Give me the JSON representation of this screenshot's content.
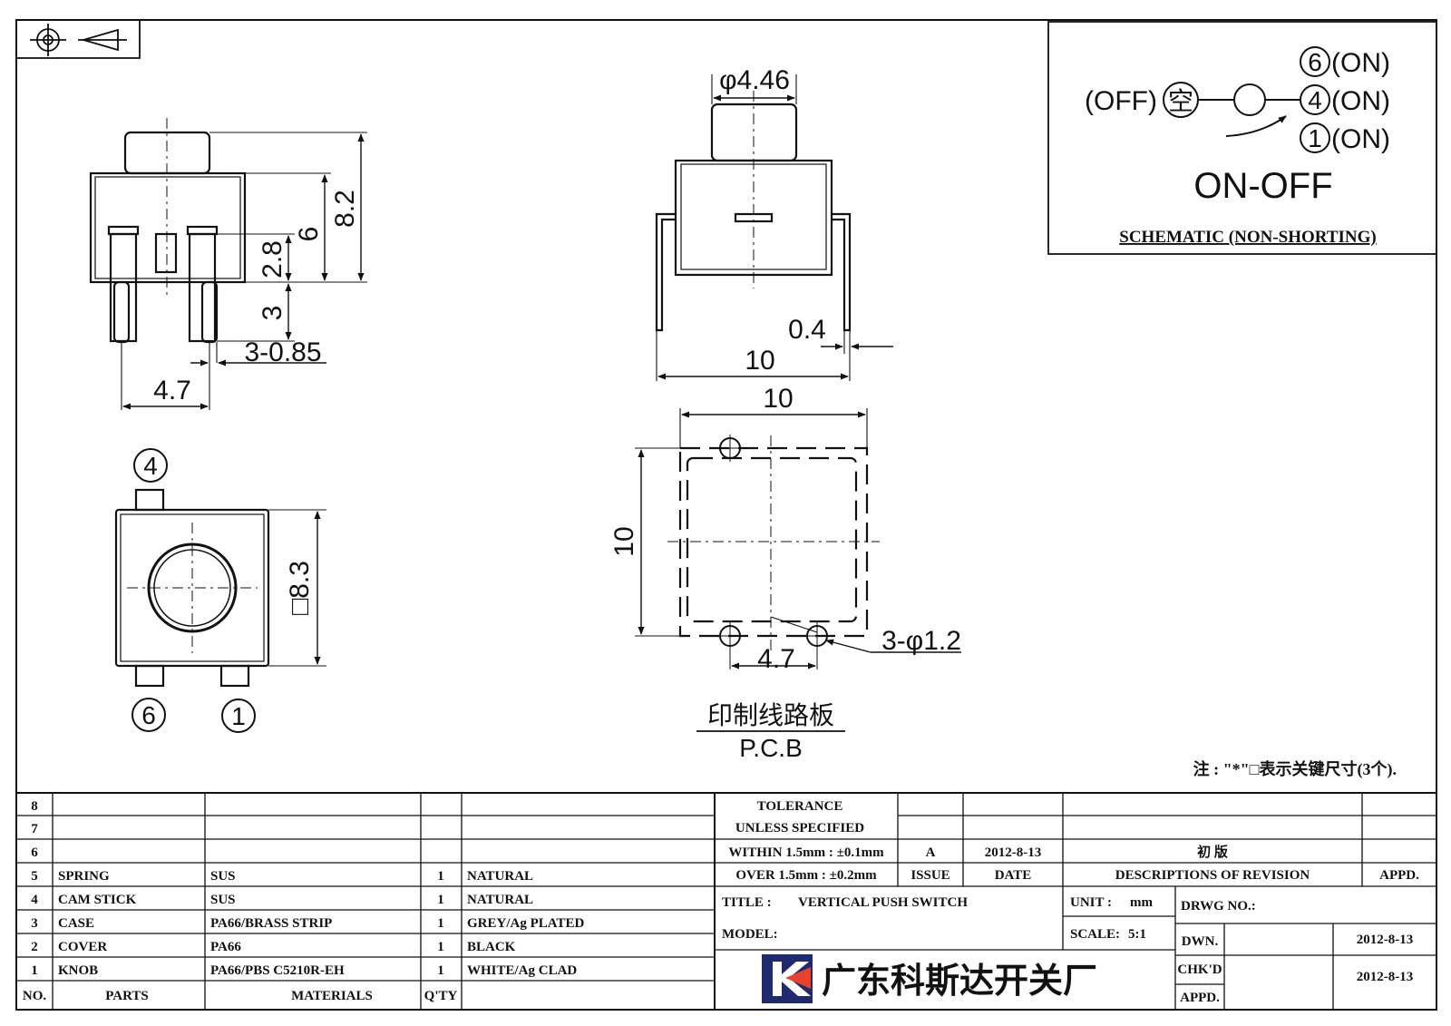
{
  "dims": {
    "knob_dia": "φ4.46",
    "height_total": "8.2",
    "height_body": "6",
    "height_mid": "2.8",
    "height_pin": "3",
    "pin_width": "3-0.85",
    "pin_pitch": "4.7",
    "front_width": "10",
    "pin_thickness": "0.4",
    "pcb_width": "10",
    "pcb_height": "10",
    "pcb_pitch": "4.7",
    "pcb_holes": "3-φ1.2",
    "body_square": "□8.3"
  },
  "pins": {
    "top": "4",
    "bottom_left": "6",
    "bottom_right": "1"
  },
  "pcb": {
    "cn_label": "印制线路板",
    "en_label": "P.C.B"
  },
  "schematic": {
    "off_label": "(OFF)",
    "off_symbol": "空",
    "pin6": "6",
    "pin6_state": "(ON)",
    "pin4": "4",
    "pin4_state": "(ON)",
    "pin1": "1",
    "pin1_state": "(ON)",
    "mode": "ON-OFF",
    "caption": "SCHEMATIC (NON-SHORTING)"
  },
  "note": "注 : \"*\"□表示关键尺寸(3个).",
  "parts_table": {
    "header": {
      "no": "NO.",
      "parts": "PARTS",
      "materials": "MATERIALS",
      "qty": "Q'TY"
    },
    "rows": [
      {
        "no": "8",
        "part": "",
        "material": "",
        "qty": "",
        "finish": ""
      },
      {
        "no": "7",
        "part": "",
        "material": "",
        "qty": "",
        "finish": ""
      },
      {
        "no": "6",
        "part": "",
        "material": "",
        "qty": "",
        "finish": ""
      },
      {
        "no": "5",
        "part": "SPRING",
        "material": "SUS",
        "qty": "1",
        "finish": "NATURAL"
      },
      {
        "no": "4",
        "part": "CAM STICK",
        "material": "SUS",
        "qty": "1",
        "finish": "NATURAL"
      },
      {
        "no": "3",
        "part": "CASE",
        "material": "PA66/BRASS STRIP",
        "qty": "1",
        "finish": "GREY/Ag PLATED"
      },
      {
        "no": "2",
        "part": "COVER",
        "material": "PA66",
        "qty": "1",
        "finish": "BLACK"
      },
      {
        "no": "1",
        "part": "KNOB",
        "material": "PA66/PBS C5210R-EH",
        "qty": "1",
        "finish": "WHITE/Ag CLAD"
      }
    ]
  },
  "title_block": {
    "tol_1": "TOLERANCE",
    "tol_2": "UNLESS  SPECIFIED",
    "tol_3": "WITHIN 1.5mm : ±0.1mm",
    "tol_4": "OVER 1.5mm : ±0.2mm",
    "rev_issue": "A",
    "rev_date": "2012-8-13",
    "rev_desc": "初 版",
    "issue_label": "ISSUE",
    "date_label": "DATE",
    "desc_label": "DESCRIPTIONS OF REVISION",
    "appd_label": "APPD.",
    "title_label": "TITLE :",
    "title_value": "VERTICAL PUSH SWITCH",
    "unit_label": "UNIT :",
    "unit_value": "mm",
    "drwg_label": "DRWG NO.:",
    "model_label": "MODEL:",
    "scale_label": "SCALE:",
    "scale_value": "5:1",
    "dwn_label": "DWN.",
    "dwn_date": "2012-8-13",
    "chkd_label": "CHK'D",
    "chkd_date": "2012-8-13",
    "appd2_label": "APPD.",
    "company": "广东科斯达开关厂"
  }
}
